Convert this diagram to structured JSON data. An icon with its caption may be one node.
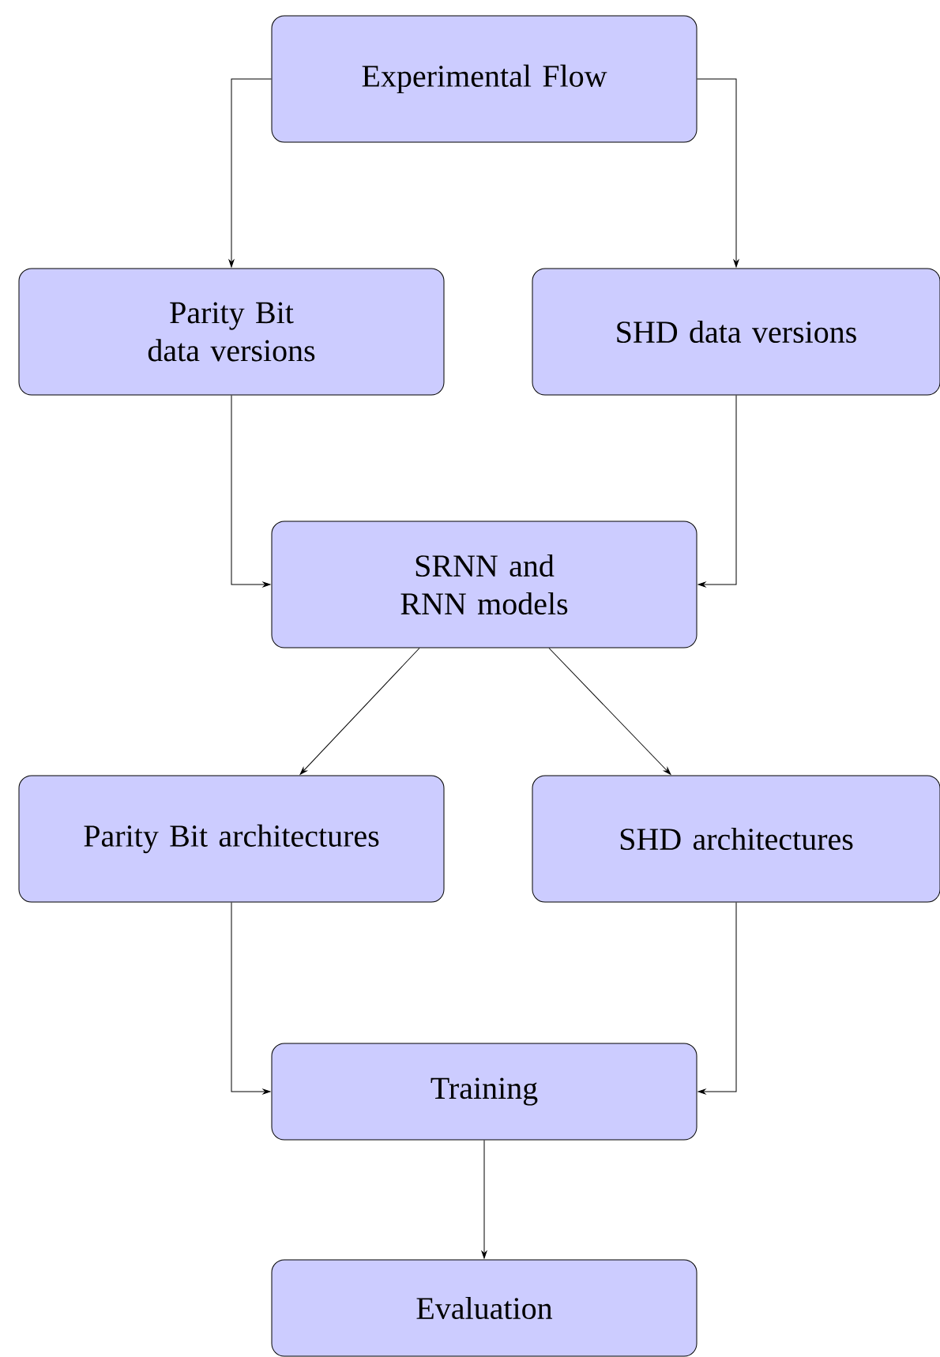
{
  "diagram": {
    "nodes": [
      {
        "text": [
          "Experimental Flow"
        ]
      },
      {
        "text": [
          "Parity Bit data versions"
        ]
      },
      {
        "text": [
          "SHD data versions"
        ]
      },
      {
        "text": [
          "SRNN and RNN models"
        ]
      },
      {
        "text": [
          "Parity Bit architectures"
        ]
      },
      {
        "text": [
          "SHD architectures"
        ]
      },
      {
        "text": [
          "Training"
        ]
      },
      {
        "text": [
          "Evaluation"
        ]
      }
    ],
    "edges": [
      {
        "from": 0,
        "to": 1,
        "arrow": "to"
      },
      {
        "from": 0,
        "to": 2,
        "arrow": "to"
      },
      {
        "from": 1,
        "to": 3,
        "arrow": "to"
      },
      {
        "from": 2,
        "to": 3,
        "arrow": "to"
      },
      {
        "from": 3,
        "to": 4,
        "arrow": "to"
      },
      {
        "from": 3,
        "to": 5,
        "arrow": "to"
      },
      {
        "from": 4,
        "to": 6,
        "arrow": "to"
      },
      {
        "from": 5,
        "to": 6,
        "arrow": "to"
      },
      {
        "from": 6,
        "to": 7,
        "arrow": "to"
      }
    ]
  }
}
